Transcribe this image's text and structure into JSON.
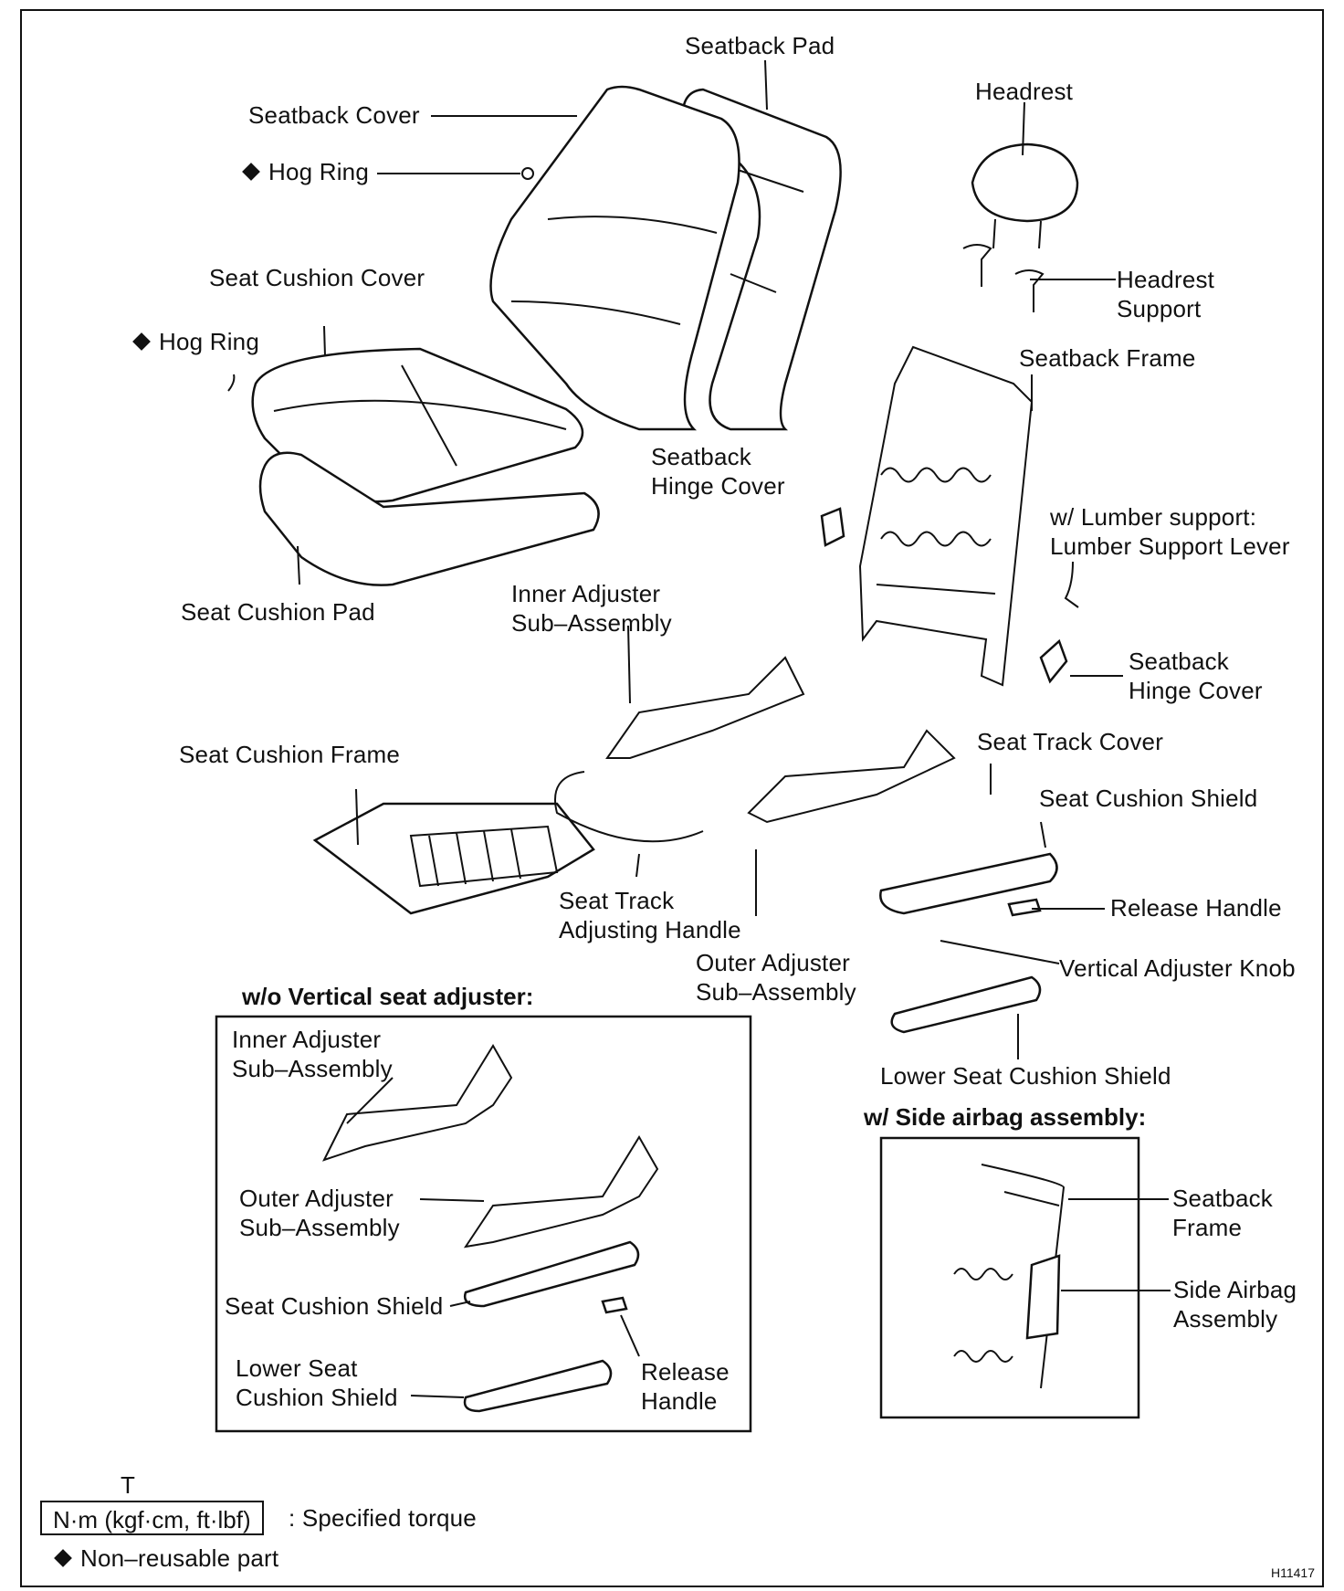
{
  "labels": {
    "seatback_pad": "Seatback Pad",
    "headrest": "Headrest",
    "seatback_cover": "Seatback Cover",
    "hog_ring_1": "Hog Ring",
    "seat_cushion_cover": "Seat Cushion Cover",
    "hog_ring_2": "Hog Ring",
    "headrest_support_1": "Headrest",
    "headrest_support_2": "Support",
    "seatback_frame": "Seatback Frame",
    "seatback_hinge_cover_a1": "Seatback",
    "seatback_hinge_cover_a2": "Hinge Cover",
    "lumber_1": "w/ Lumber support:",
    "lumber_2": "Lumber Support Lever",
    "seat_cushion_pad": "Seat Cushion Pad",
    "inner_adjuster_1": "Inner  Adjuster",
    "inner_adjuster_2": "Sub–Assembly",
    "seatback_hinge_cover_b1": "Seatback",
    "seatback_hinge_cover_b2": "Hinge Cover",
    "seat_cushion_frame": "Seat Cushion Frame",
    "seat_track_cover": "Seat Track Cover",
    "seat_cushion_shield": "Seat Cushion Shield",
    "release_handle": "Release Handle",
    "seat_track_handle_1": "Seat Track",
    "seat_track_handle_2": "Adjusting Handle",
    "outer_adjuster_1": "Outer Adjuster",
    "outer_adjuster_2": "Sub–Assembly",
    "vertical_adjuster_knob": "Vertical Adjuster Knob",
    "lower_seat_cushion_shield": "Lower Seat Cushion Shield"
  },
  "inset_left": {
    "header": "w/o Vertical seat adjuster:",
    "inner_adjuster_1": "Inner Adjuster",
    "inner_adjuster_2": "Sub–Assembly",
    "outer_adjuster_1": "Outer Adjuster",
    "outer_adjuster_2": "Sub–Assembly",
    "seat_cushion_shield": "Seat Cushion Shield",
    "lower_shield_1": "Lower Seat",
    "lower_shield_2": "Cushion Shield",
    "release_handle_1": "Release",
    "release_handle_2": "Handle"
  },
  "inset_right": {
    "header": "w/ Side airbag assembly:",
    "seatback_frame_1": "Seatback",
    "seatback_frame_2": "Frame",
    "side_airbag_1": "Side Airbag",
    "side_airbag_2": "Assembly"
  },
  "legend": {
    "torque_symbol": "T",
    "torque_units": "N·m (kgf·cm, ft·lbf)",
    "torque_text": ": Specified torque",
    "non_reusable": "Non–reusable part"
  },
  "figure_id": "H11417"
}
